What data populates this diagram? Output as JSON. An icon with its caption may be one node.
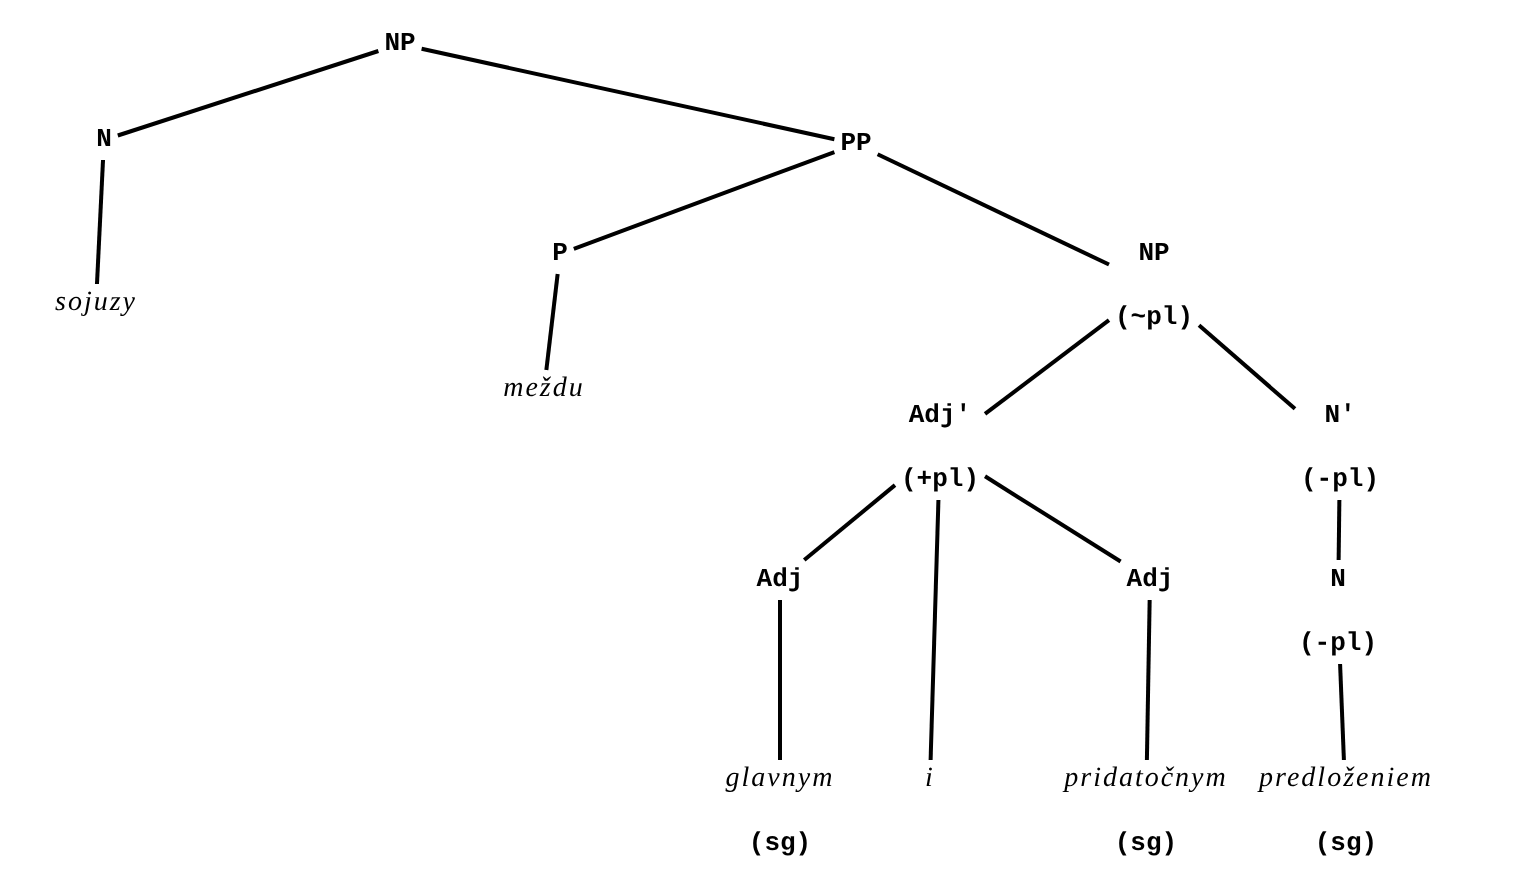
{
  "diagram": {
    "nodes": [
      {
        "text": [
          "NP"
        ]
      },
      {
        "text": [
          "N"
        ]
      },
      {
        "text": [
          "PP"
        ]
      },
      {
        "text": [
          "sojuzy"
        ]
      },
      {
        "text": [
          "P"
        ]
      },
      {
        "text": [
          "NP",
          "(~pl)"
        ]
      },
      {
        "text": [
          "meždu"
        ]
      },
      {
        "text": [
          "Adj'",
          "(+pl)"
        ]
      },
      {
        "text": [
          "N'",
          "(-pl)"
        ]
      },
      {
        "text": [
          "Adj"
        ]
      },
      {
        "text": [
          "Adj"
        ]
      },
      {
        "text": [
          "N",
          "(-pl)"
        ]
      },
      {
        "text": [
          "glavnym",
          "(sg)"
        ]
      },
      {
        "text": [
          "i"
        ]
      },
      {
        "text": [
          "pridatočnym",
          "(sg)"
        ]
      },
      {
        "text": [
          "predloženiem",
          "(sg)"
        ]
      }
    ],
    "edges": [
      {
        "from": 0,
        "to": 1,
        "arrow": "none"
      },
      {
        "from": 0,
        "to": 2,
        "arrow": "none"
      },
      {
        "from": 1,
        "to": 3,
        "arrow": "none"
      },
      {
        "from": 2,
        "to": 4,
        "arrow": "none"
      },
      {
        "from": 2,
        "to": 5,
        "arrow": "none"
      },
      {
        "from": 4,
        "to": 6,
        "arrow": "none"
      },
      {
        "from": 5,
        "to": 7,
        "arrow": "none"
      },
      {
        "from": 5,
        "to": 8,
        "arrow": "none"
      },
      {
        "from": 7,
        "to": 9,
        "arrow": "none"
      },
      {
        "from": 7,
        "to": 13,
        "arrow": "none"
      },
      {
        "from": 7,
        "to": 10,
        "arrow": "none"
      },
      {
        "from": 8,
        "to": 11,
        "arrow": "none"
      },
      {
        "from": 9,
        "to": 12,
        "arrow": "none"
      },
      {
        "from": 10,
        "to": 14,
        "arrow": "none"
      },
      {
        "from": 11,
        "to": 15,
        "arrow": "none"
      }
    ]
  }
}
